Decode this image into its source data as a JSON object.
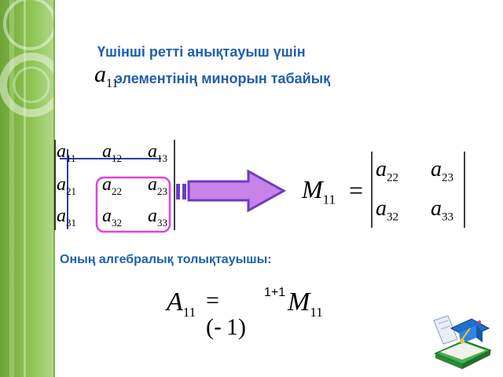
{
  "slide": {
    "title_line1": "Үшінші ретті анықтауыш үшін",
    "title_symbol": "a",
    "title_symbol_index": "11",
    "title_line2": "элементінің минорын табайық",
    "subtitle": "Оның алгебралық толықтауышы:"
  },
  "determinant": {
    "entries": [
      {
        "letter": "a",
        "index": "11"
      },
      {
        "letter": "a",
        "index": "12"
      },
      {
        "letter": "a",
        "index": "13"
      },
      {
        "letter": "a",
        "index": "21"
      },
      {
        "letter": "a",
        "index": "22"
      },
      {
        "letter": "a",
        "index": "23"
      },
      {
        "letter": "a",
        "index": "31"
      },
      {
        "letter": "a",
        "index": "32"
      },
      {
        "letter": "a",
        "index": "33"
      }
    ]
  },
  "minor": {
    "symbol": "M",
    "index": "11",
    "equals": "=",
    "entries": [
      {
        "letter": "a",
        "index": "22"
      },
      {
        "letter": "a",
        "index": "23"
      },
      {
        "letter": "a",
        "index": "32"
      },
      {
        "letter": "a",
        "index": "33"
      }
    ]
  },
  "cofactor": {
    "symbol": "A",
    "index": "11",
    "equals": "=",
    "open": "(",
    "minus": "-",
    "one": "1",
    "close": ")",
    "power": "1+1",
    "m_symbol": "M",
    "m_index": "11"
  },
  "colors": {
    "title": "#1f5fae",
    "row_highlight": "#2f3da0",
    "column_highlight": "#2f3da0",
    "minor_highlight": "#e63fd8",
    "arrow_fill": "#c882e8",
    "arrow_stroke": "#6a3ec0",
    "sidebar": "#8dc351"
  },
  "icons": {
    "decor": "graduation-cap-book-icon"
  }
}
